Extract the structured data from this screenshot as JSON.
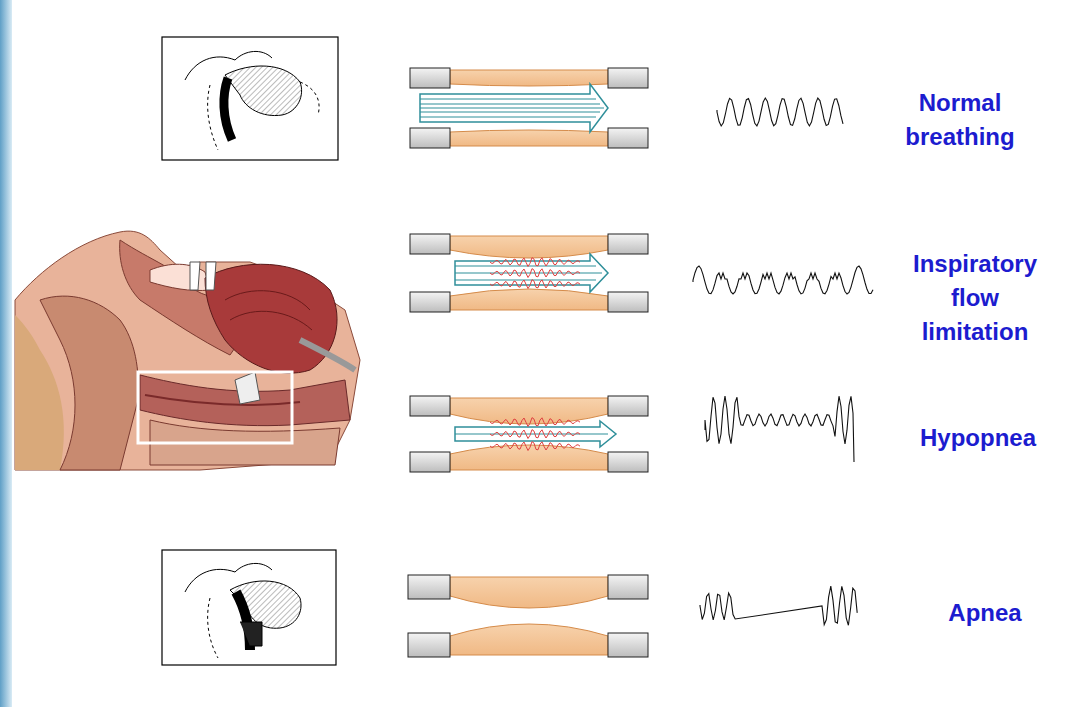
{
  "diagram": {
    "labels": [
      "Normal breathing",
      "Inspiratory flow limitation",
      "Hypopnea",
      "Apnea"
    ]
  }
}
